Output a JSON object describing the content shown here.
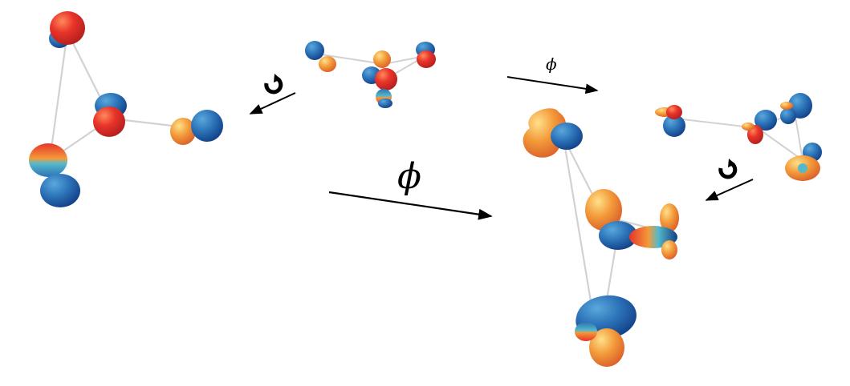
{
  "labels": {
    "phi_small": "ϕ",
    "phi_large": "ϕ"
  },
  "colors": {
    "blue_deep": "#123f86",
    "blue_mid": "#2c73b8",
    "cyan": "#56b9c9",
    "red": "#e8342a",
    "orange": "#f39a3a",
    "yellow": "#f6d36a",
    "edge": "#d2d2d2",
    "arrow": "#000000"
  },
  "icons": {
    "rotate": "rotate-icon"
  },
  "structures": [
    "molecule-top-center",
    "molecule-left",
    "molecule-right-top",
    "molecule-right-bottom"
  ]
}
